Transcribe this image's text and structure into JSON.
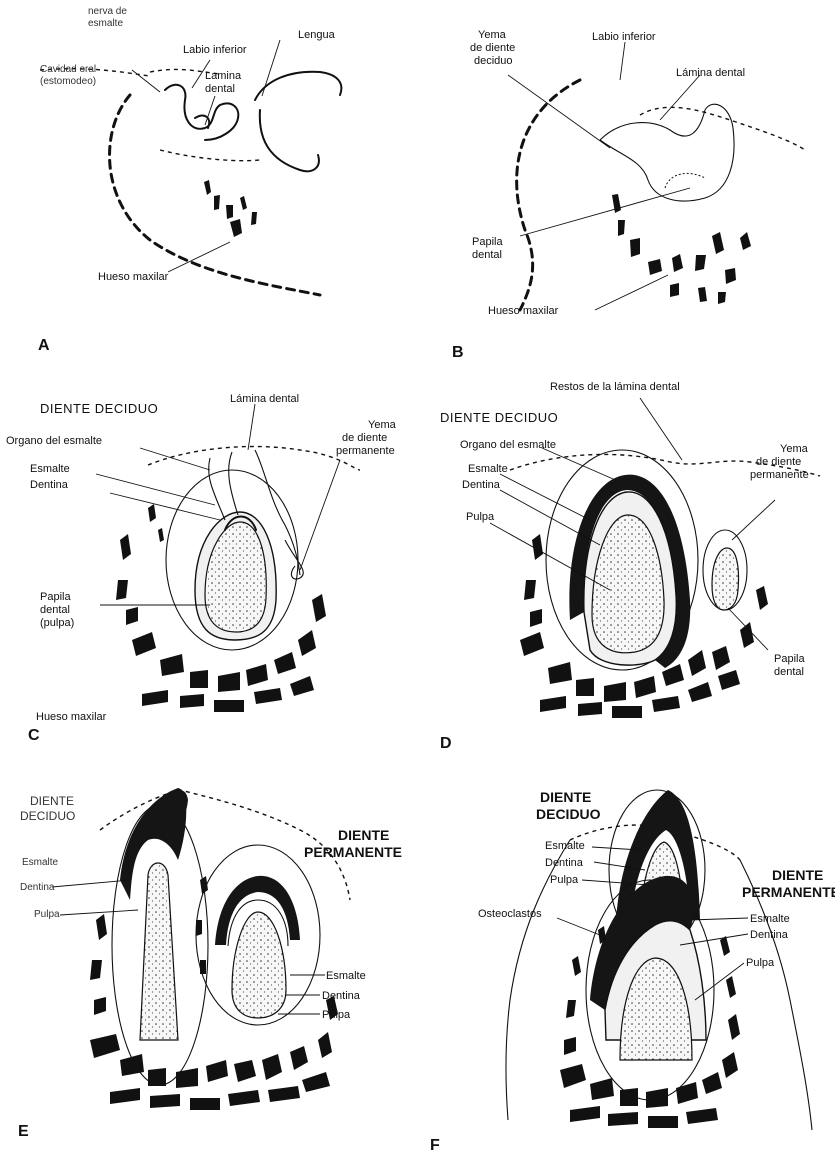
{
  "panels": {
    "A": {
      "letter": "A",
      "labels": {
        "faint_top": "nerva de\nesmalte",
        "faint_left": "Cavidad oral\n(estomodeo)",
        "labio_inferior": "Labio inferior",
        "lengua": "Lengua",
        "lamina_dental": "Lamina\ndental",
        "hueso_maxilar": "Hueso maxilar"
      }
    },
    "B": {
      "letter": "B",
      "labels": {
        "yema": "Yema\nde diente\ndeciduo",
        "labio_inferior": "Labio inferior",
        "lamina_dental": "Lámina dental",
        "papila": "Papila\ndental",
        "hueso_maxilar": "Hueso maxilar"
      }
    },
    "C": {
      "letter": "C",
      "labels": {
        "heading": "DIENTE DECIDUO",
        "lamina_dental": "Lámina dental",
        "organo": "Organo del esmalte",
        "esmalte": "Esmalte",
        "dentina": "Dentina",
        "yema": "Yema\nde diente\npermanente",
        "papila": "Papila\ndental\n(pulpa)",
        "hueso_maxilar": "Hueso maxilar"
      }
    },
    "D": {
      "letter": "D",
      "labels": {
        "restos": "Restos de la lámina dental",
        "heading": "DIENTE DECIDUO",
        "organo": "Organo del esmalte",
        "esmalte": "Esmalte",
        "dentina": "Dentina",
        "pulpa": "Pulpa",
        "yema": "Yema\nde diente\npermanente",
        "papila": "Papila\ndental"
      }
    },
    "E": {
      "letter": "E",
      "labels": {
        "heading_deciduo": "DIENTE\nDECIDUO",
        "esmalte_left": "Esmalte",
        "dentina_left": "Dentina",
        "pulpa_left": "Pulpa",
        "heading_permanente": "DIENTE\nPERMANENTE",
        "esmalte_right": "Esmalte",
        "dentina_right": "Dentina",
        "pulpa_right": "Pulpa"
      }
    },
    "F": {
      "letter": "F",
      "labels": {
        "heading_deciduo": "DIENTE\nDECIDUO",
        "esmalte_left": "Esmalte",
        "dentina_left": "Dentina",
        "pulpa_left": "Pulpa",
        "osteoclastos": "Osteoclastos",
        "heading_permanente": "DIENTE\nPERMANENTE",
        "esmalte_right": "Esmalte",
        "dentina_right": "Dentina",
        "pulpa_right": "Pulpa"
      }
    }
  }
}
